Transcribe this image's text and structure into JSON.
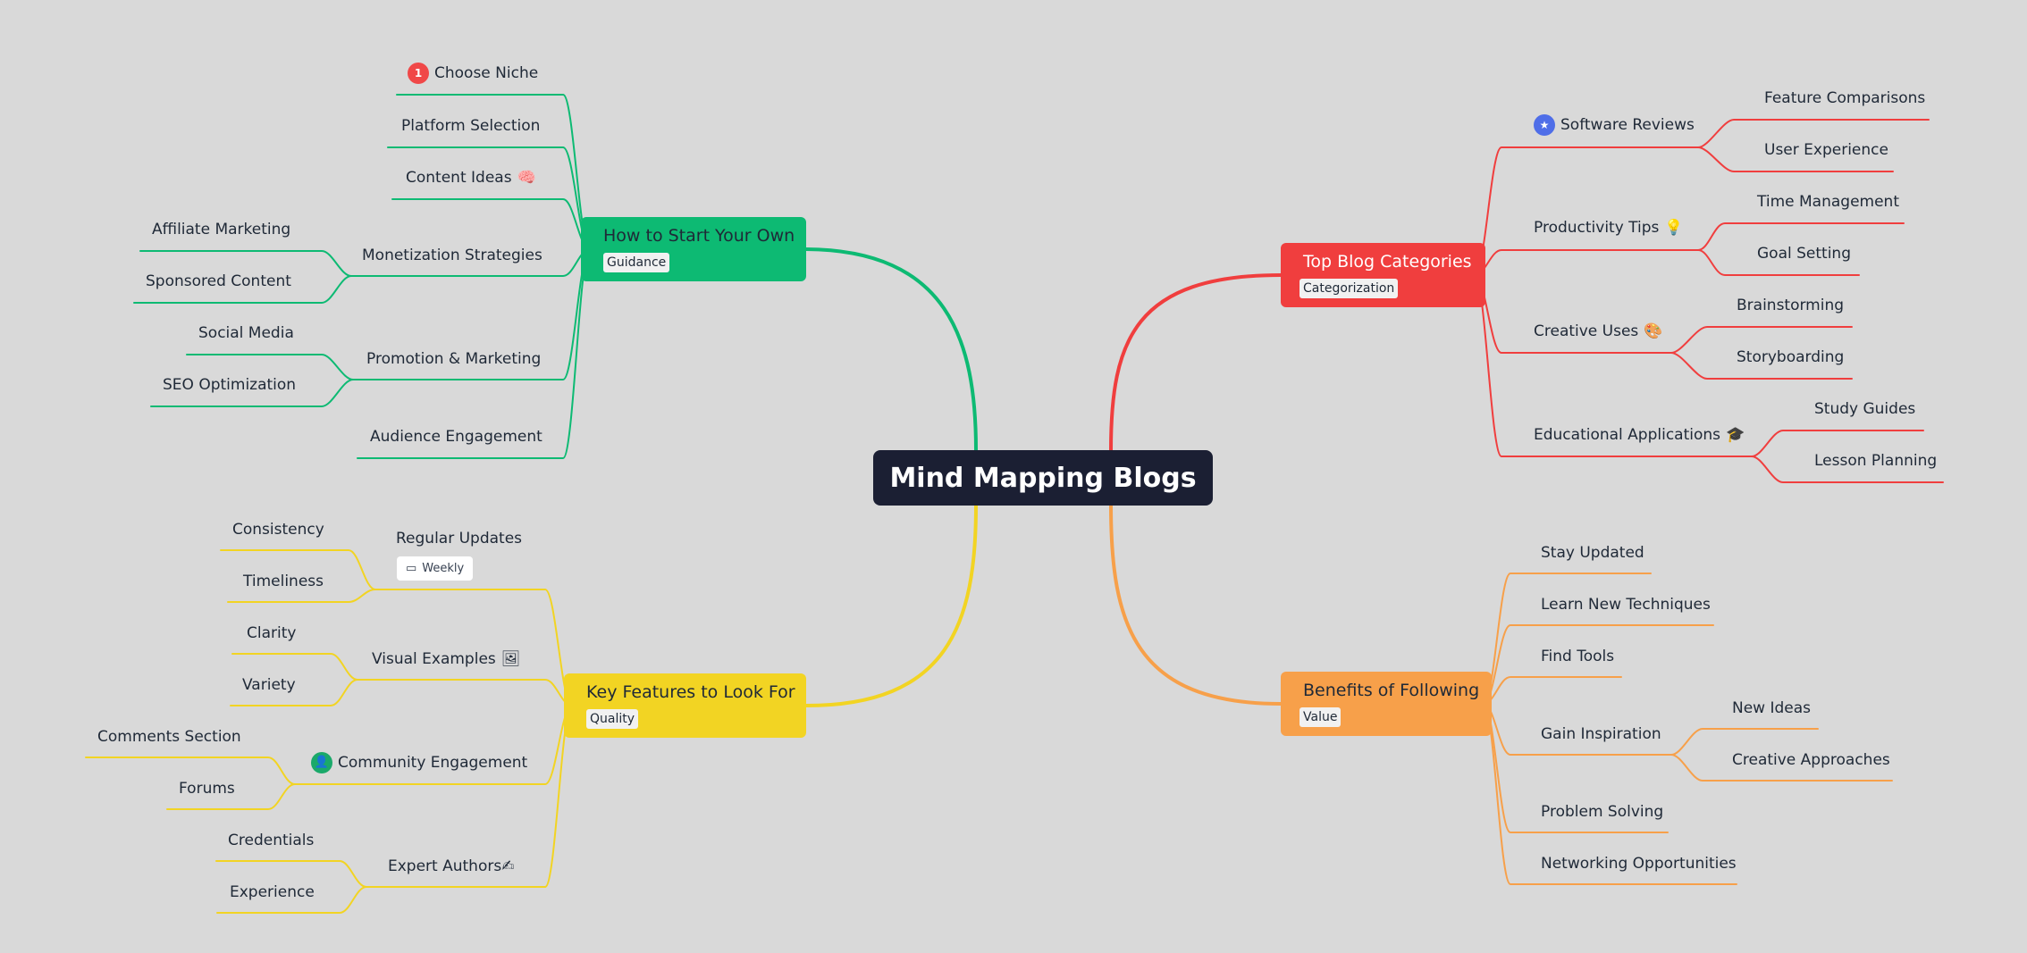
{
  "root": {
    "title": "Mind Mapping Blogs"
  },
  "branches": {
    "start": {
      "title": "How to Start Your Own",
      "tag": "Guidance",
      "color": "#0dba73",
      "items": {
        "choose_niche": {
          "label": "Choose Niche",
          "marker": "1"
        },
        "platform": {
          "label": "Platform Selection"
        },
        "content_ideas": {
          "label": "Content Ideas",
          "emoji": "🧠"
        },
        "monetization": {
          "label": "Monetization Strategies",
          "children": [
            "Affiliate Marketing",
            "Sponsored Content"
          ]
        },
        "promotion": {
          "label": "Promotion & Marketing",
          "children": [
            "Social Media",
            "SEO Optimization"
          ]
        },
        "audience": {
          "label": "Audience Engagement"
        }
      }
    },
    "categories": {
      "title": "Top Blog Categories",
      "tag": "Categorization",
      "color": "#f03e3e",
      "items": {
        "software": {
          "label": "Software Reviews",
          "marker": "★",
          "children": [
            "Feature Comparisons",
            "User Experience"
          ]
        },
        "productivity": {
          "label": "Productivity Tips",
          "emoji": "💡",
          "children": [
            "Time Management",
            "Goal Setting"
          ]
        },
        "creative": {
          "label": "Creative Uses",
          "emoji": "🎨",
          "children": [
            "Brainstorming",
            "Storyboarding"
          ]
        },
        "education": {
          "label": "Educational Applications",
          "emoji": "🎓",
          "children": [
            "Study Guides",
            "Lesson Planning"
          ]
        }
      }
    },
    "features": {
      "title": "Key Features to Look For",
      "tag": "Quality",
      "color": "#f2d423",
      "items": {
        "updates": {
          "label": "Regular Updates",
          "chip": "Weekly",
          "children": [
            "Consistency",
            "Timeliness"
          ]
        },
        "visual": {
          "label": "Visual Examples",
          "emoji": "🖼",
          "children": [
            "Clarity",
            "Variety"
          ]
        },
        "community": {
          "label": "Community Engagement",
          "marker": "👤",
          "children": [
            "Comments Section",
            "Forums"
          ]
        },
        "authors": {
          "label": "Expert Authors",
          "emoji": "✍",
          "children": [
            "Credentials",
            "Experience"
          ]
        }
      }
    },
    "benefits": {
      "title": "Benefits of Following",
      "tag": "Value",
      "color": "#f7a04a",
      "items": {
        "updated": {
          "label": "Stay Updated"
        },
        "techniques": {
          "label": "Learn New Techniques"
        },
        "tools": {
          "label": "Find Tools"
        },
        "inspiration": {
          "label": "Gain Inspiration",
          "children": [
            "New Ideas",
            "Creative Approaches"
          ]
        },
        "problem": {
          "label": "Problem Solving"
        },
        "networking": {
          "label": "Networking Opportunities"
        }
      }
    }
  },
  "colors": {
    "root_bg": "#1b1f33",
    "canvas_bg": "#d9d9d9"
  }
}
